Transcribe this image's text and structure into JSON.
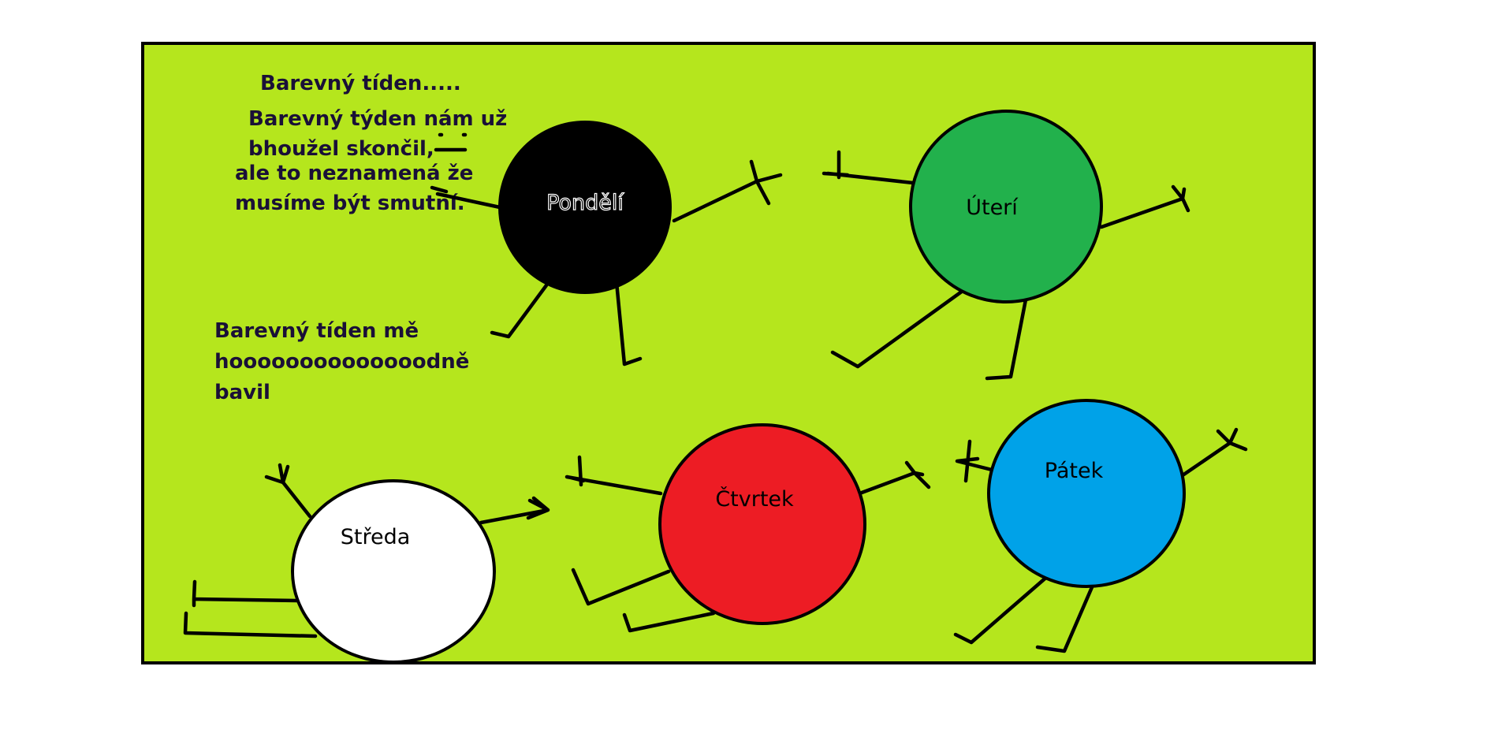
{
  "colors": {
    "background": "#b5e61d",
    "border": "#000000",
    "text": "#1a1037",
    "monday": "#000000",
    "tuesday": "#22b14c",
    "wednesday": "#ffffff",
    "thursday": "#ed1c24",
    "friday": "#00a2e8"
  },
  "notes": {
    "title": "Barevný tíden.....",
    "line1": "Barevný týden nám už",
    "line2": "bhoužel skončil,",
    "line3": "ale to neznamená že",
    "line4": "musíme být smutní.",
    "enjoy1": "Barevný tíden mě",
    "enjoy2": "hoooooooooooooodně",
    "enjoy3": "bavil"
  },
  "days": {
    "monday": "Pondělí",
    "tuesday": "Úterí",
    "wednesday": "Středa",
    "thursday": "Čtvrtek",
    "friday": "Pátek"
  }
}
